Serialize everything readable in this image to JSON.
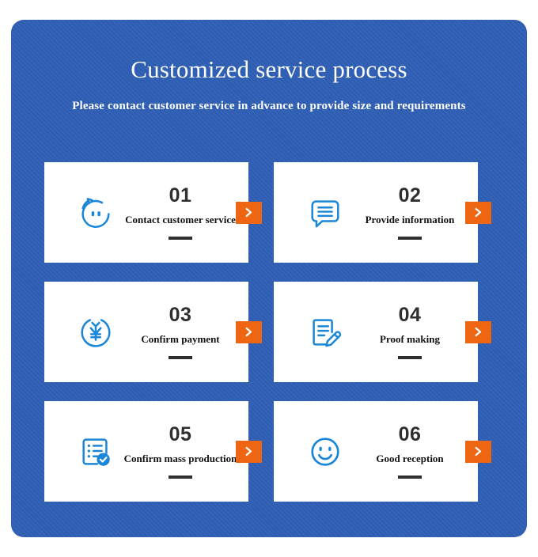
{
  "header": {
    "title": "Customized service process",
    "subtitle": "Please contact customer service in advance to provide size and requirements"
  },
  "colors": {
    "panel_blue": "#2f5fb5",
    "card_white": "#ffffff",
    "badge_orange": "#ee6611",
    "icon_blue": "#1a86d8",
    "number_dark": "#2f2f2f",
    "label_black": "#111111"
  },
  "steps": [
    {
      "number": "01",
      "label": "Contact customer service",
      "icon": "chat-face-icon",
      "badge": ">",
      "dash": "—"
    },
    {
      "number": "02",
      "label": "Provide information",
      "icon": "speech-bubble-lines-icon",
      "badge": ">",
      "dash": "—"
    },
    {
      "number": "03",
      "label": "Confirm payment",
      "icon": "yen-circle-icon",
      "badge": ">",
      "dash": "—"
    },
    {
      "number": "04",
      "label": "Proof making",
      "icon": "document-pencil-icon",
      "badge": ">",
      "dash": "—"
    },
    {
      "number": "05",
      "label": "Confirm mass production",
      "icon": "checklist-check-icon",
      "badge": ">",
      "dash": "—"
    },
    {
      "number": "06",
      "label": "Good reception",
      "icon": "smiley-face-icon",
      "badge": ">",
      "dash": "—"
    }
  ]
}
